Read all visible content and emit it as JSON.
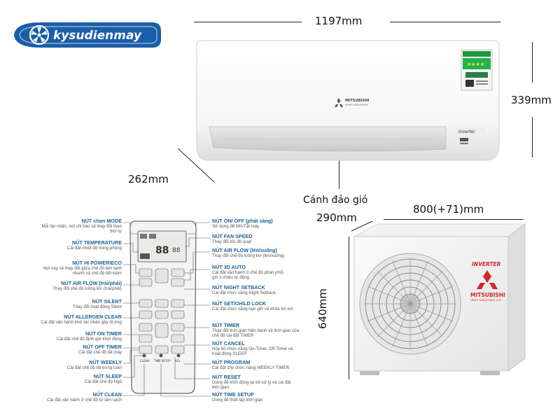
{
  "logo": {
    "text": "kysudienmay"
  },
  "indoor_unit": {
    "width_label": "1197mm",
    "height_label": "339mm",
    "depth_label": "262mm",
    "louver_label": "Cánh đảo gió",
    "brand_text": "MITSUBISHI",
    "brand_sub": "HEAVY INDUSTRIES",
    "inverter_badge": "Inverter"
  },
  "outdoor_unit": {
    "width_label": "800(+71)mm",
    "depth_label": "290mm",
    "height_label": "640mm",
    "inverter_text": "INVERTER",
    "brand_text": "MITSUBISHI",
    "brand_sub": "HEAVY INDUSTRIES, LTD."
  },
  "remote_left": [
    {
      "title": "NÚT chọn MODE",
      "desc": [
        "Mỗi lần nhấn, nút chỉ báo sẽ thay đổi theo",
        "thứ tự"
      ]
    },
    {
      "title": "NÚT TEMPERATURE",
      "desc": [
        "Cài đặt nhiệt độ trong phòng"
      ]
    },
    {
      "title": "NÚT HI POWER/ECO",
      "desc": [
        "Nút này sẽ thay đổi giữa chế độ làm lạnh",
        "nhanh và chế độ tiết kiệm"
      ]
    },
    {
      "title": "NÚT AIR FLOW (trái/phải)",
      "desc": [
        "Thay đổi chế độ luồng khí (trái/phải)"
      ]
    },
    {
      "title": "NÚT SILENT",
      "desc": [
        "Thay đổi hoạt động Silent"
      ]
    },
    {
      "title": "NÚT ALLERGEN CLEAR",
      "desc": [
        "Cài đặt vận hành khử tác nhân gây dị ứng"
      ]
    },
    {
      "title": "NÚT ON TIMER",
      "desc": [
        "Cài đặt chế độ định giờ khởi động"
      ]
    },
    {
      "title": "NÚT OFF TIMER",
      "desc": [
        "Cài đặt chế độ tắt máy"
      ]
    },
    {
      "title": "NÚT WEEKLY",
      "desc": [
        "Cài đặt chế độ tắt trong tuần"
      ]
    },
    {
      "title": "NÚT SLEEP",
      "desc": [
        "Cài đặt chế độ Ngủ"
      ]
    },
    {
      "title": "NÚT CLEAN",
      "desc": [
        "Cài đặt vận hành ở chế độ tự làm sạch"
      ]
    }
  ],
  "remote_right": [
    {
      "title": "NÚT ON/ OFF (phát sáng)",
      "desc": [
        "Sử dụng để Mở/Tắt máy"
      ]
    },
    {
      "title": "NÚT FAN SPEED",
      "desc": [
        "Thay đổi tốc độ quạt"
      ]
    },
    {
      "title": "NÚT AIR FLOW (lên/xuống)",
      "desc": [
        "Thay đổi chế độ luồng khí (lên/xuống)"
      ]
    },
    {
      "title": "NÚT 3D AUTO",
      "desc": [
        "Cài đặt vận hành ở chế độ phân phối",
        "gió 3 chiều tự động"
      ]
    },
    {
      "title": "NÚT NIGHT SETBACK",
      "desc": [
        "Cài đặt chức năng Night Setback."
      ]
    },
    {
      "title": "NÚT SET/CHILD LOCK",
      "desc": [
        "Cài đặt chức năng hẹn giờ và khóa trẻ em"
      ]
    },
    {
      "title": "NÚT TIMER",
      "desc": [
        "Thay đổi thời gian hiện hành và thời gian của",
        "chế độ cài đặt TIMER"
      ]
    },
    {
      "title": "NÚT CANCEL",
      "desc": [
        "Hủy bỏ chức năng On-Timer, Off-Timer và",
        "hoạt động SLEEP"
      ]
    },
    {
      "title": "NÚT PROGRAM",
      "desc": [
        "Cài đặt cho chức năng WEEKLY TIMER"
      ]
    },
    {
      "title": "NÚT RESET",
      "desc": [
        "Dùng để khởi động lại bộ xử lý và cài đặt",
        "thời gian"
      ]
    },
    {
      "title": "NÚT TIME SETUP",
      "desc": [
        "Dùng để thiết lập thời gian"
      ]
    }
  ],
  "remote_bottom_labels": [
    "CLEAN",
    "TIME SETUP",
    "ACL"
  ]
}
